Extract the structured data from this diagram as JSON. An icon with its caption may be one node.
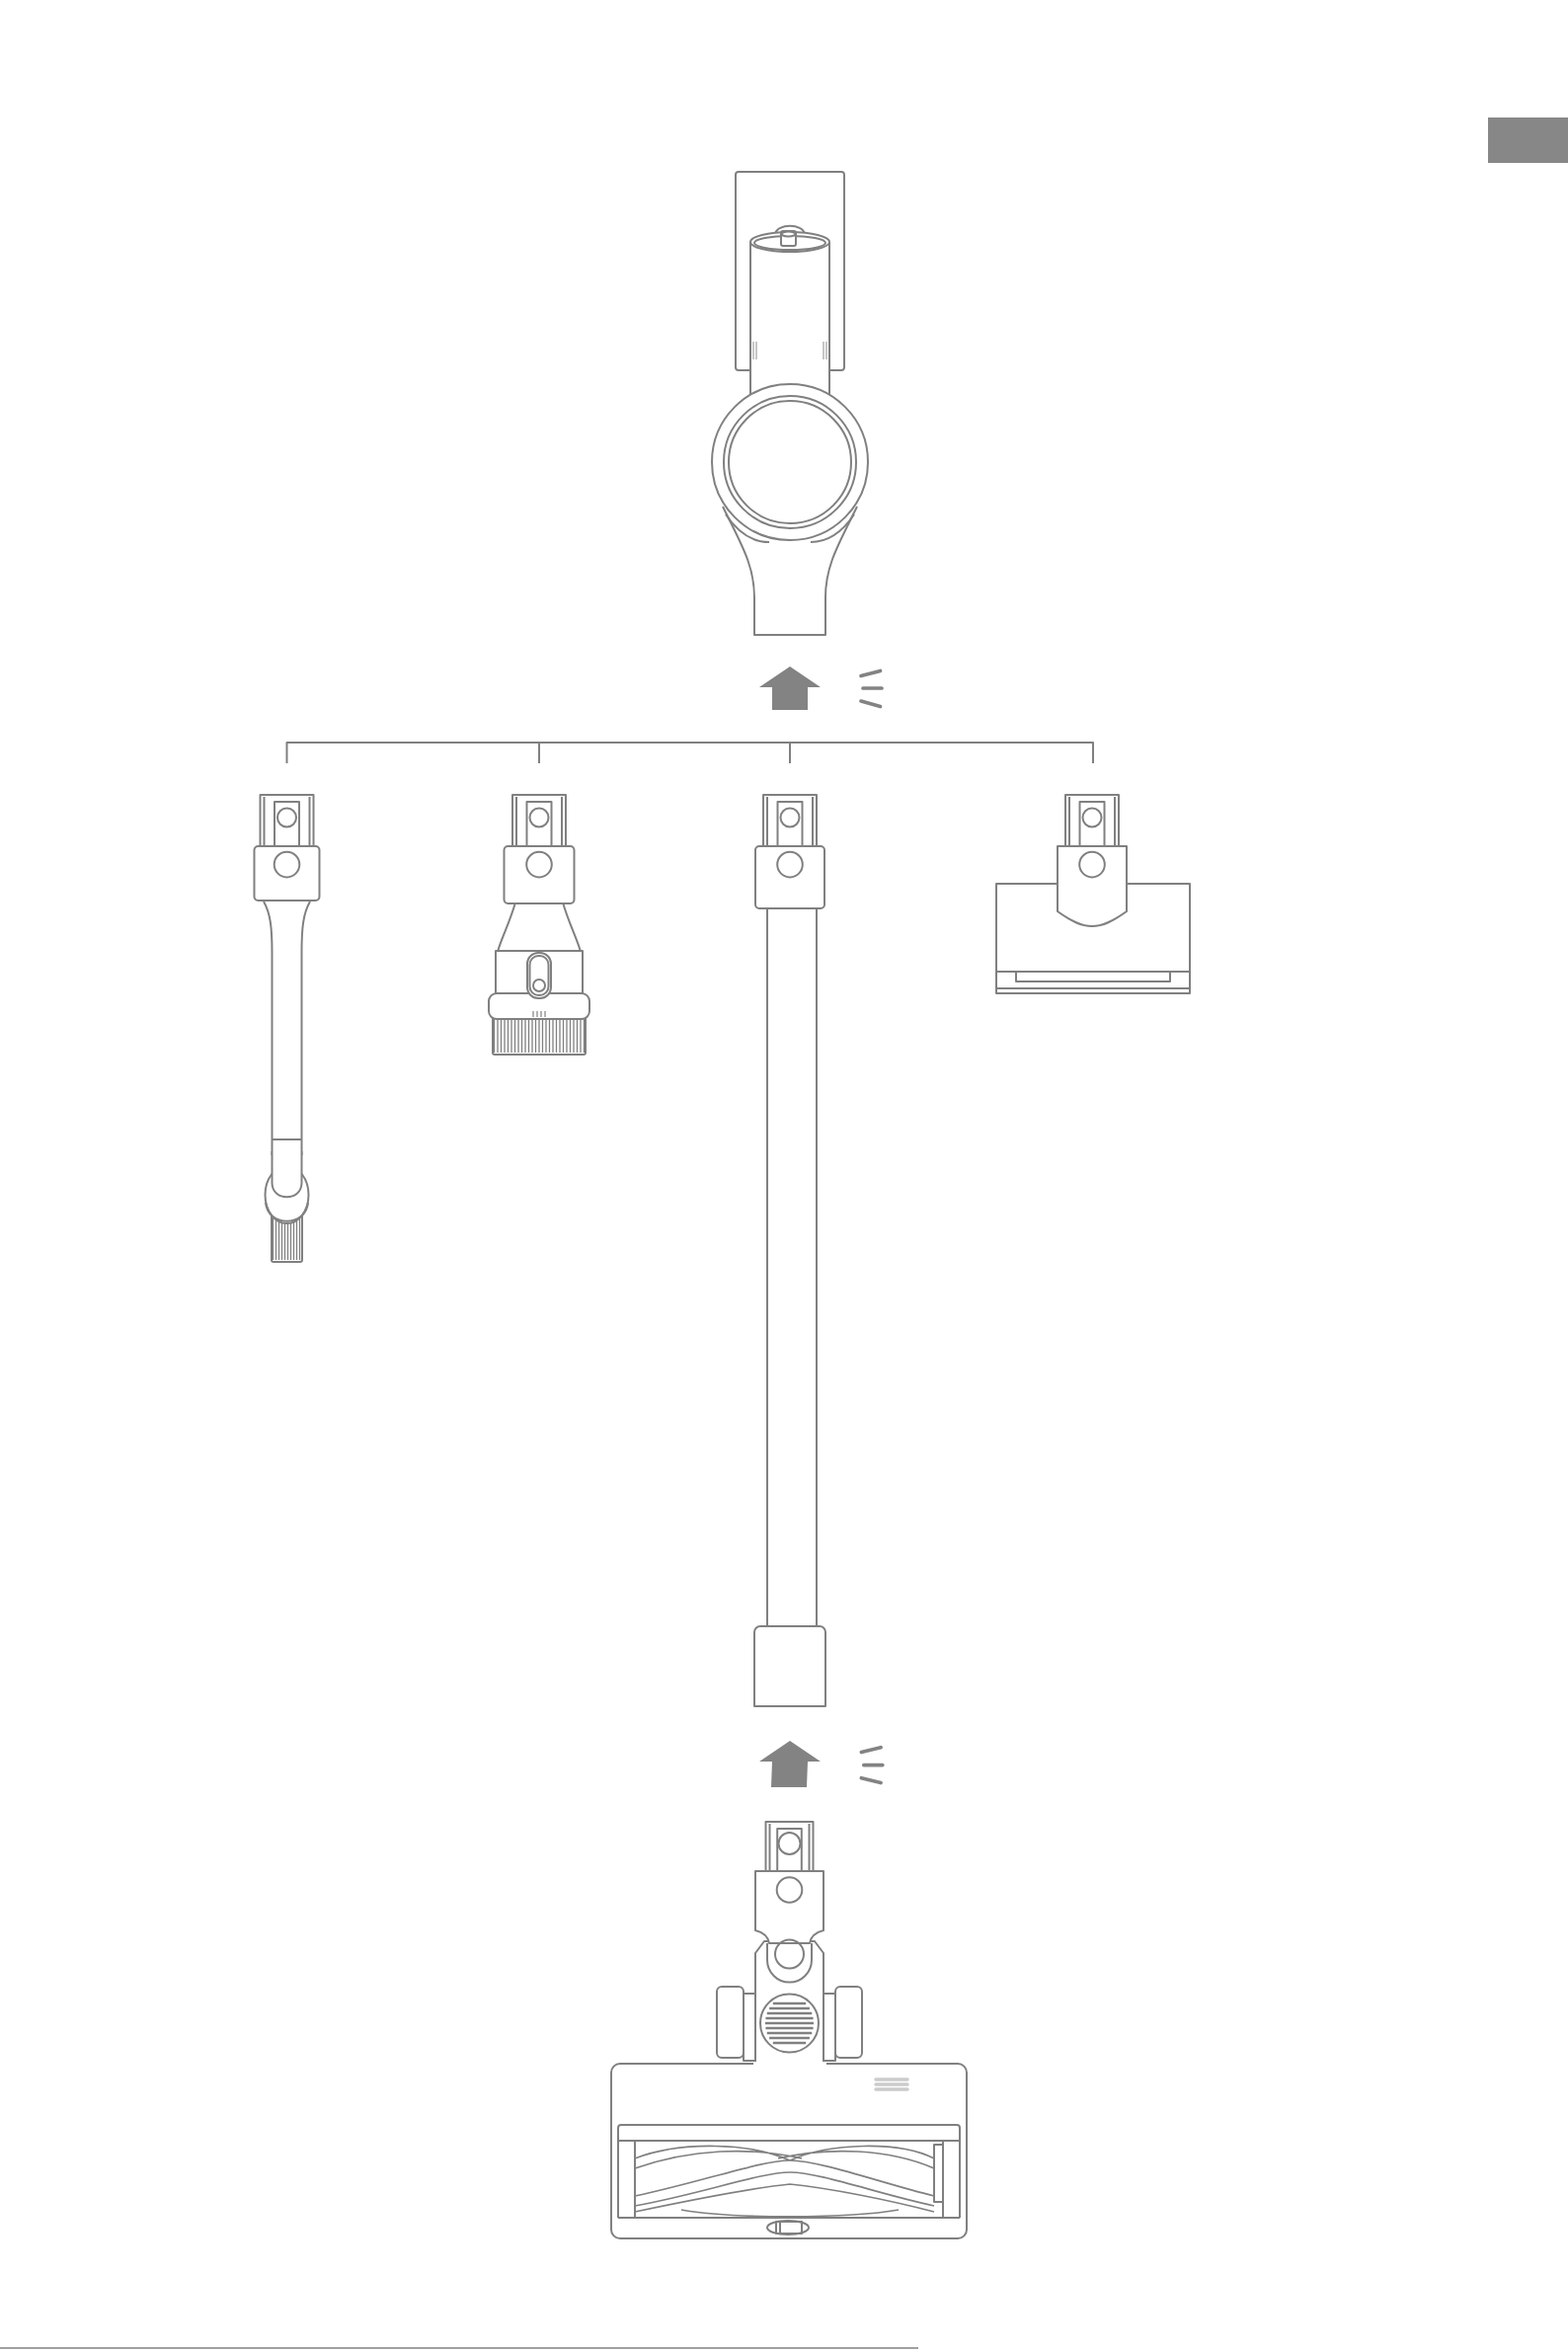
{
  "diagram": {
    "nodes": [
      {
        "text": [],
        "shape": "picture"
      },
      {
        "text": [],
        "shape": "picture"
      },
      {
        "text": [],
        "shape": "picture"
      },
      {
        "text": [],
        "shape": "picture"
      },
      {
        "text": [],
        "shape": "picture"
      },
      {
        "text": [],
        "shape": "picture"
      }
    ],
    "edges": [
      {
        "from": null,
        "to": 0,
        "arrow": "to"
      },
      {
        "from": 5,
        "to": 3,
        "arrow": "to"
      }
    ]
  }
}
